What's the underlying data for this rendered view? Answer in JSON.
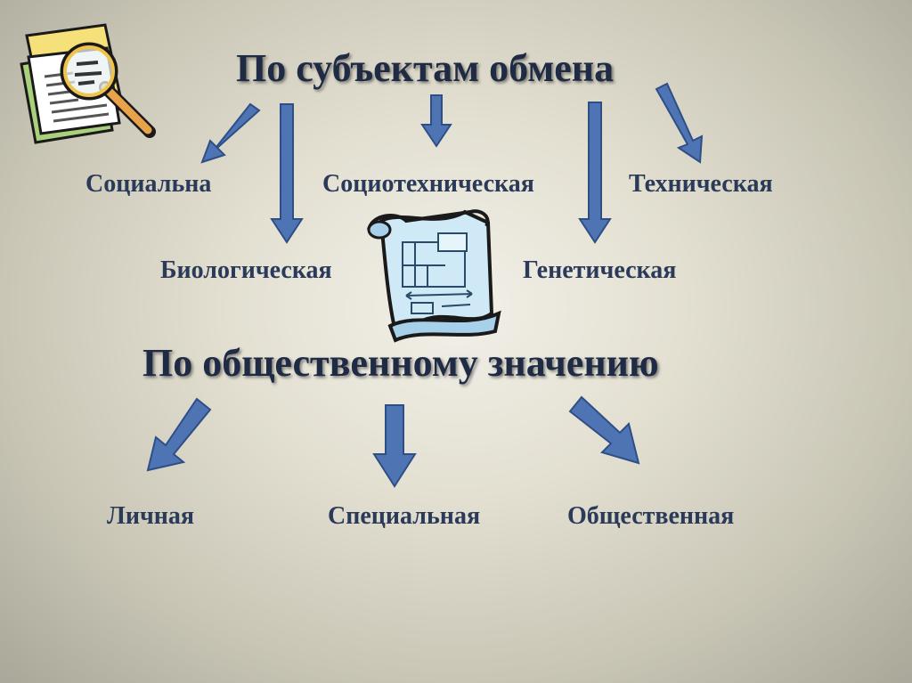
{
  "colors": {
    "arrow_fill": "#4f74b3",
    "arrow_stroke": "#2e4f86",
    "heading": "#1f2b44",
    "term": "#2a3a58"
  },
  "headings": {
    "subjects": "По субъектам обмена",
    "social_value": "По общественному значению"
  },
  "subjects": {
    "social": "Социальна",
    "sociotechnical": "Социотехническая",
    "technical": "Техническая",
    "biological": "Биологическая",
    "genetic": "Генетическая"
  },
  "social_value": {
    "personal": "Личная",
    "special": "Специальная",
    "public": "Общественная"
  },
  "icons": [
    "magnifier-document-icon",
    "scroll-blueprint-icon"
  ]
}
